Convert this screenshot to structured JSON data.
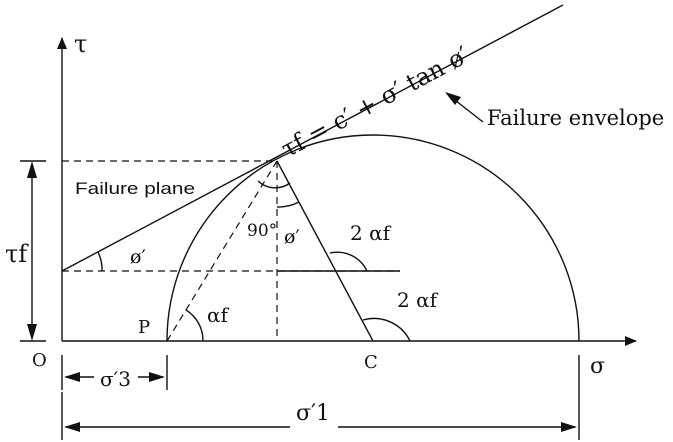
{
  "labels": {
    "tau_axis": "τ",
    "sigma_axis": "σ",
    "origin": "O",
    "point_p": "P",
    "point_c": "C",
    "failure_envelope": "Failure envelope",
    "failure_plane": "Failure plane",
    "equation": "τf = c′ + σ′ tan ø′",
    "tau_f": "τf",
    "angle_90": "90°",
    "phi_left": "ø′",
    "phi_center": "ø′",
    "two_alpha_top": "2 αf",
    "two_alpha_bottom": "2 αf",
    "alpha_f": "αf",
    "sigma3": "σ′3",
    "sigma1": "σ′1"
  }
}
